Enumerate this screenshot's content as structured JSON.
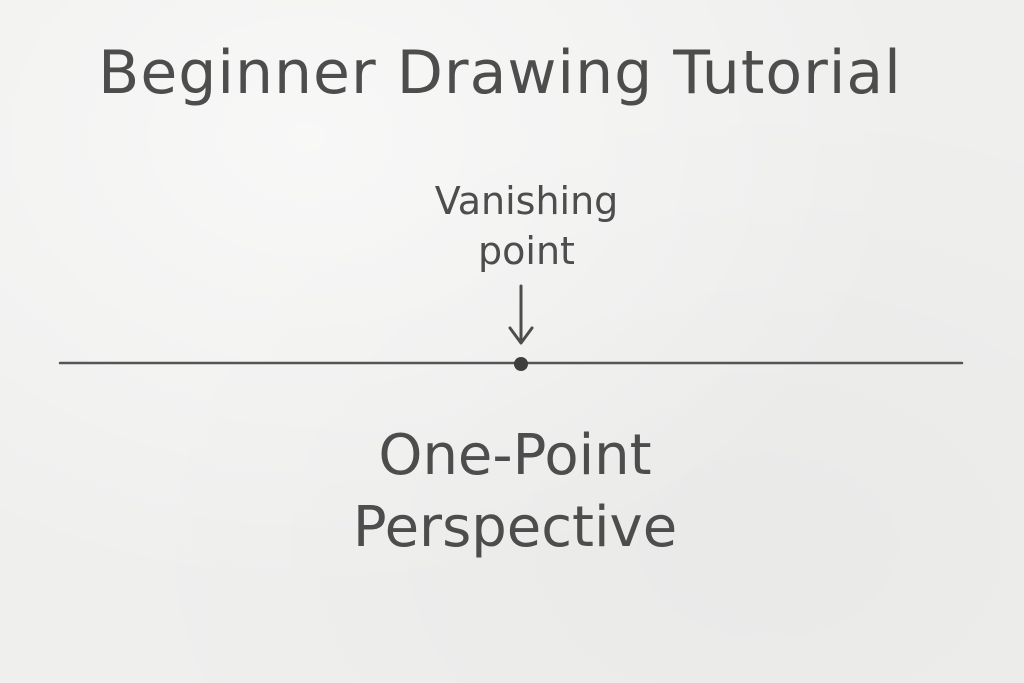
{
  "title": "Beginner Drawing Tutorial",
  "vanishing_point_label": {
    "line1": "Vanishing",
    "line2": "point"
  },
  "caption": {
    "line1": "One-Point",
    "line2": "Perspective"
  },
  "colors": {
    "ink": "#4d4d4d",
    "paper": "#efefee"
  }
}
